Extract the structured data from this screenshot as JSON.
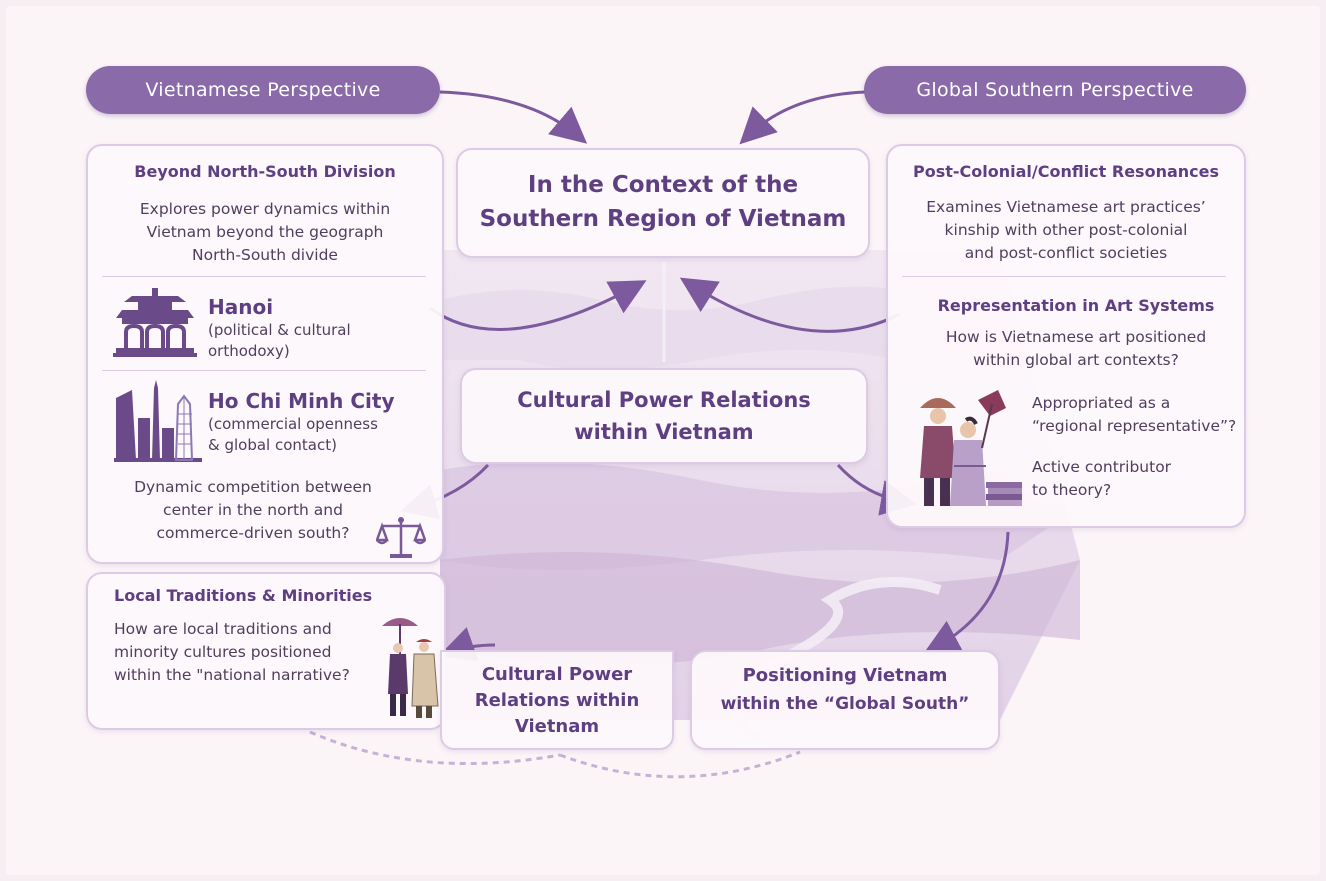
{
  "perspectives": {
    "left": "Vietnamese Perspective",
    "right": "Global Southern Perspective"
  },
  "center": {
    "top_line1": "In the Context of the",
    "top_line2": "Southern Region of Vietnam",
    "mid_line1": "Cultural Power Relations",
    "mid_line2": "within Vietnam"
  },
  "left_panel": {
    "heading": "Beyond North-South Division",
    "desc_line1": "Explores power dynamics within",
    "desc_line2": "Vietnam beyond the geograph",
    "desc_line3": "North-South divide",
    "hanoi_title": "Hanoi",
    "hanoi_line1": "(political & cultural",
    "hanoi_line2": "orthodoxy)",
    "hcmc_title": "Ho Chi Minh City",
    "hcmc_line1": "(commercial openness",
    "hcmc_line2": "& global contact)",
    "comp_line1": "Dynamic competition between",
    "comp_line2": "center in the north and",
    "comp_line3": "commerce-driven south?"
  },
  "local_panel": {
    "heading": "Local Traditions & Minorities",
    "line1": "How are local traditions and",
    "line2": "minority cultures positioned",
    "line3": "within the \"national narrative?"
  },
  "right_panel": {
    "heading": "Post-Colonial/Conflict Resonances",
    "desc_line1": "Examines Vietnamese art practices’",
    "desc_line2": "kinship with other post-colonial",
    "desc_line3": "and post-conflict societies",
    "rep_heading": "Representation in Art Systems",
    "rep_line1": "How is Vietnamese art positioned",
    "rep_line2": "within global art contexts?",
    "q1_line1": "Appropriated as a",
    "q1_line2": "“regional representative”?",
    "q2_line1": "Active contributor",
    "q2_line2": "to theory?"
  },
  "bottom": {
    "left_line1": "Cultural Power",
    "left_line2": "Relations within",
    "left_line3": "Vietnam",
    "right_line1": "Positioning Vietnam",
    "right_line2": "within the “Global South”"
  },
  "colors": {
    "accent": "#8a6aa8",
    "heading": "#5e3f82",
    "border": "#dccbe4",
    "arrow": "#7d5a9e"
  },
  "icons": [
    "hanoi-gate-icon",
    "skyline-icon",
    "scales-icon",
    "traditional-couple-icon",
    "minority-couple-icon"
  ]
}
